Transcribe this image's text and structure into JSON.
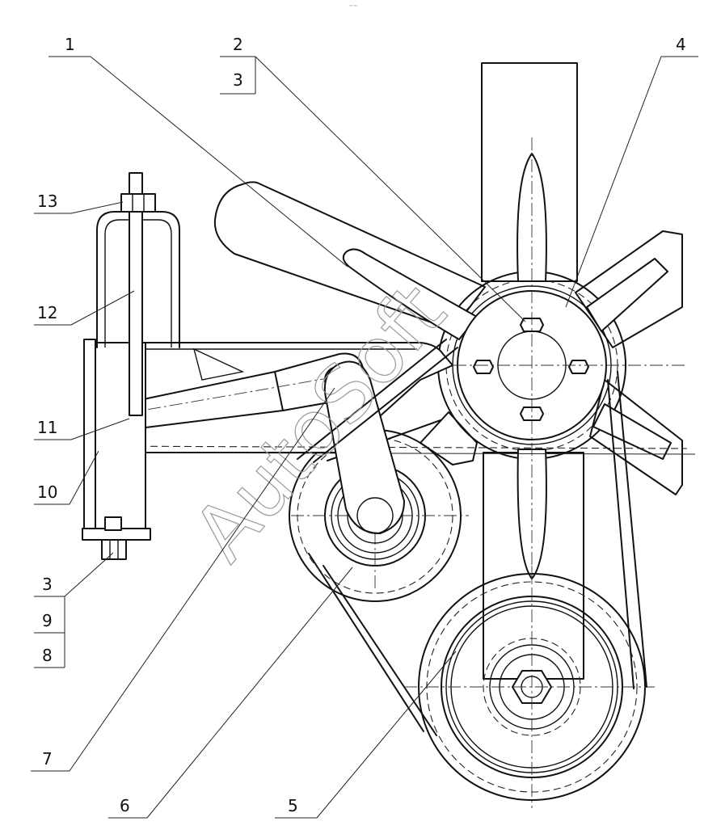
{
  "top_mark": "ᵐᵇ ᵃᵃᵃ",
  "watermark": "AutoSoft",
  "callouts": {
    "c1": "1",
    "c2": "2",
    "c3a": "3",
    "c4": "4",
    "c13": "13",
    "c12": "12",
    "c11": "11",
    "c10": "10",
    "c3b": "3",
    "c9": "9",
    "c8": "8",
    "c7": "7",
    "c6": "6",
    "c5": "5"
  }
}
